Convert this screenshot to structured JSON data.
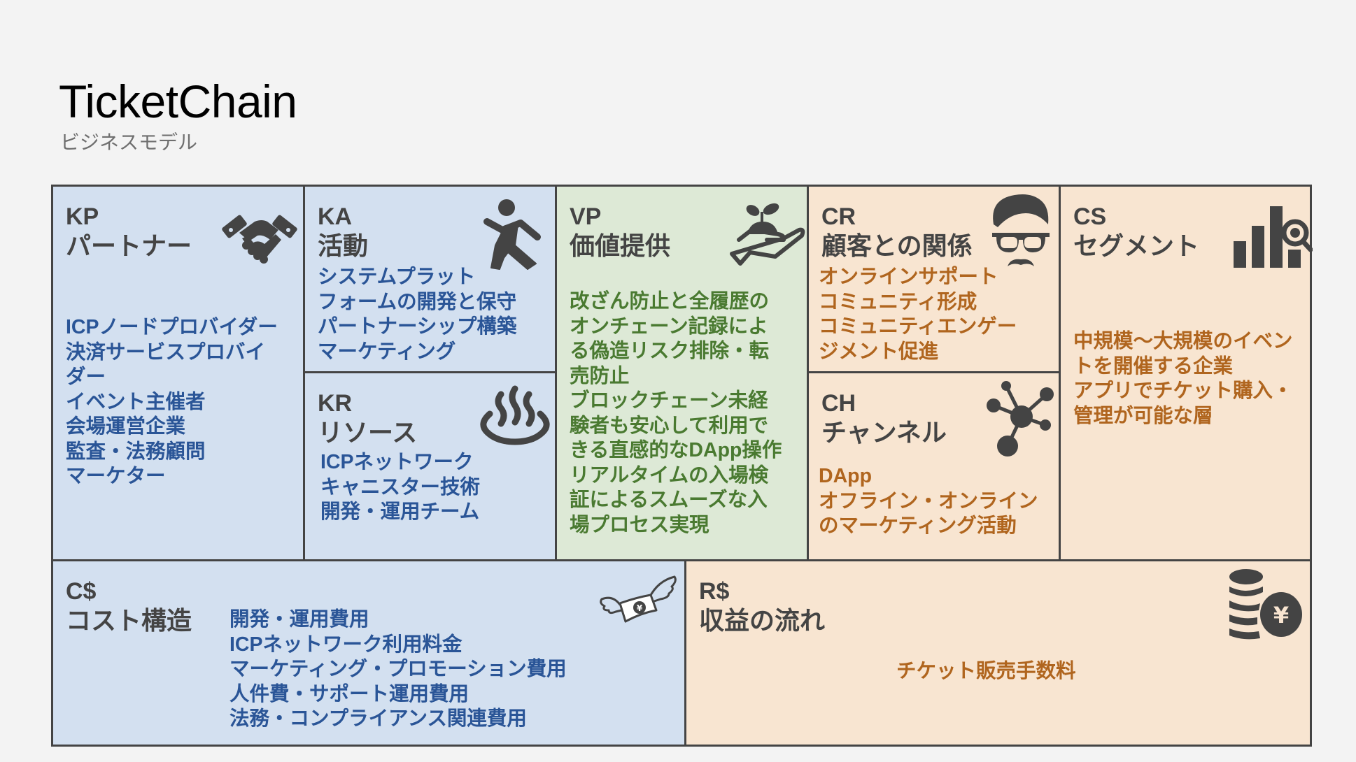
{
  "header": {
    "title": "TicketChain",
    "subtitle": "ビジネスモデル"
  },
  "colors": {
    "blue_bg": "#d3e0f0",
    "green_bg": "#dde9d6",
    "peach_bg": "#f8e5d1",
    "border": "#444444",
    "blue_text": "#2a5597",
    "green_text": "#4a7a31",
    "orange_text": "#b0651e"
  },
  "canvas": {
    "kp": {
      "code": "KP",
      "label": "パートナー",
      "icon": "handshake-icon",
      "items": [
        "ICPノードプロバイダー",
        "決済サービスプロバイ",
        "ダー",
        "イベント主催者",
        "会場運営企業",
        "監査・法務顧問",
        "マーケター"
      ]
    },
    "ka": {
      "code": "KA",
      "label": "活動",
      "icon": "running-person-icon",
      "items": [
        "システムプラット",
        "フォームの開発と保守",
        "パートナーシップ構築",
        "マーケティング"
      ]
    },
    "kr": {
      "code": "KR",
      "label": "リソース",
      "icon": "hot-spring-icon",
      "items": [
        "ICPネットワーク",
        "キャニスター技術",
        "開発・運用チーム"
      ]
    },
    "vp": {
      "code": "VP",
      "label": "価値提供",
      "icon": "hand-sprout-icon",
      "items": [
        "改ざん防止と全履歴の",
        "オンチェーン記録によ",
        "る偽造リスク排除・転",
        "売防止",
        "ブロックチェーン未経",
        "験者も安心して利用で",
        "きる直感的なDApp操作",
        "リアルタイムの入場検",
        "証によるスムーズな入",
        "場プロセス実現"
      ]
    },
    "cr": {
      "code": "CR",
      "label": "顧客との関係",
      "icon": "man-glasses-mustache-icon",
      "items": [
        "オンラインサポート",
        "コミュニティ形成",
        "コミュニティエンゲー",
        "ジメント促進"
      ]
    },
    "ch": {
      "code": "CH",
      "label": "チャンネル",
      "icon": "network-nodes-icon",
      "items": [
        "DApp",
        "オフライン・オンライン",
        "のマーケティング活動"
      ]
    },
    "cs": {
      "code": "CS",
      "label": "セグメント",
      "icon": "bar-chart-search-icon",
      "items": [
        "中規模〜大規模のイベン",
        "トを開催する企業",
        "アプリでチケット購入・",
        "管理が可能な層"
      ]
    },
    "cost": {
      "code": "C$",
      "label": "コスト構造",
      "icon": "flying-money-icon",
      "items": [
        "開発・運用費用",
        "ICPネットワーク利用料金",
        "マーケティング・プロモーション費用",
        "人件費・サポート運用費用",
        "法務・コンプライアンス関連費用"
      ]
    },
    "revenue": {
      "code": "R$",
      "label": "収益の流れ",
      "icon": "coins-yen-icon",
      "items": [
        "チケット販売手数料"
      ]
    }
  }
}
